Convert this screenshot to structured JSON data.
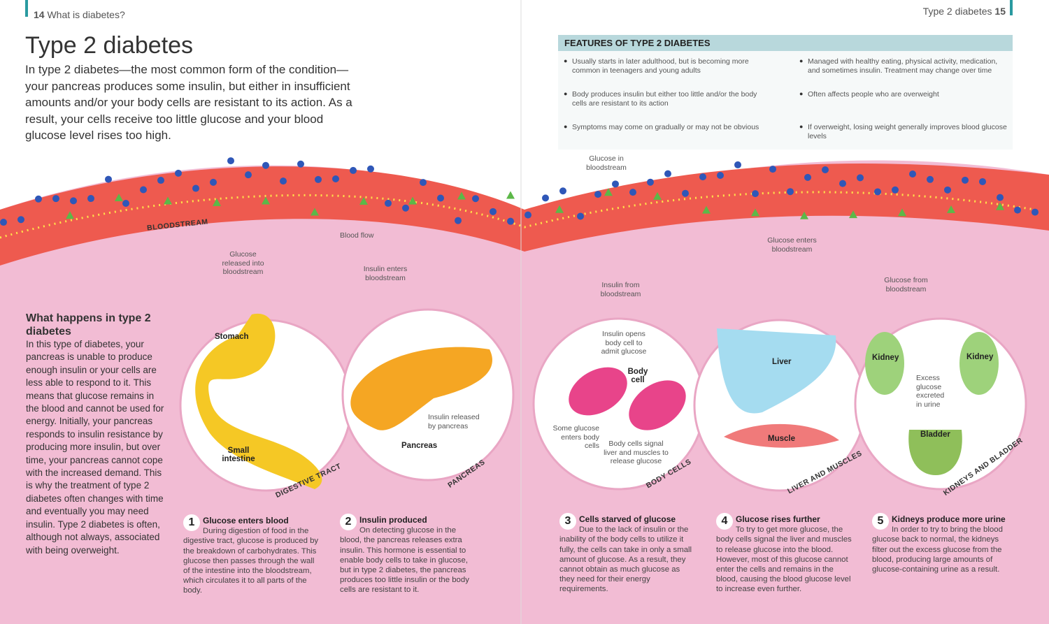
{
  "left_page": {
    "page_number": "14",
    "running_head": "What is diabetes?",
    "title": "Type 2 diabetes",
    "intro": "In type 2 diabetes—the most common form of the condition—your pancreas produces some insulin, but either in insufficient amounts and/or your body cells are resistant to its action. As a result, your cells receive too little glucose and your blood glucose level rises too high.",
    "sidebar": {
      "heading": "What happens in type 2 diabetes",
      "body": "In this type of diabetes, your pancreas is unable to produce enough insulin or your cells are less able to respond to it. This means that glucose remains in the blood and cannot be used for energy. Initially, your pancreas responds to insulin resistance by producing more insulin, but over time, your pancreas cannot cope with the increased demand. This is why the treatment of type 2 diabetes often changes with time and eventually you may need insulin. Type 2 diabetes is often, although not always, associated with being overweight."
    }
  },
  "right_page": {
    "page_number": "15",
    "running_head": "Type 2 diabetes",
    "features": {
      "heading": "FEATURES OF TYPE 2 DIABETES",
      "items": [
        "Usually starts in later adulthood, but is becoming more common in teenagers and young adults",
        "Managed with healthy eating, physical activity, medication, and sometimes insulin. Treatment may change over time",
        "Body produces insulin but either too little and/or the body cells are resistant to its action",
        "Often affects people who are overweight",
        "Symptoms may come on gradually or may not be obvious",
        "If overweight, losing weight generally improves blood glucose levels"
      ]
    }
  },
  "diagram": {
    "labels": {
      "bloodstream": "BLOODSTREAM",
      "glucose_released": "Glucose released into bloodstream",
      "blood_flow": "Blood flow",
      "insulin_enters": "Insulin enters bloodstream",
      "insulin_released": "Insulin released by pancreas",
      "glucose_in_blood": "Glucose in bloodstream",
      "insulin_from": "Insulin from bloodstream",
      "insulin_opens": "Insulin opens body cell to admit glucose",
      "body_cell": "Body cell",
      "some_glucose": "Some glucose enters body cells",
      "cells_signal": "Body cells signal liver and muscles to release glucose",
      "glucose_enters": "Glucose enters bloodstream",
      "glucose_from": "Glucose from bloodstream",
      "excess_glucose": "Excess glucose excreted in urine"
    },
    "organs": {
      "stomach": "Stomach",
      "small_intestine": "Small intestine",
      "pancreas": "Pancreas",
      "liver": "Liver",
      "muscle": "Muscle",
      "kidney_left": "Kidney",
      "kidney_right": "Kidney",
      "bladder": "Bladder"
    },
    "circle_titles": [
      "DIGESTIVE TRACT",
      "PANCREAS",
      "BODY CELLS",
      "LIVER AND MUSCLES",
      "KIDNEYS AND BLADDER"
    ],
    "colors": {
      "blood": "#ee5a4f",
      "pink": "#f2bcd4",
      "glucose": "#2f57b8",
      "insulin": "#5cb848"
    }
  },
  "steps": [
    {
      "number": "1",
      "title": "Glucose enters blood",
      "body": "During digestion of food in the digestive tract, glucose is produced by the breakdown of carbohydrates. This glucose then passes through the wall of the intestine into the bloodstream, which circulates it to all parts of the body."
    },
    {
      "number": "2",
      "title": "Insulin produced",
      "body": "On detecting glucose in the blood, the pancreas releases extra insulin. This hormone is essential to enable body cells to take in glucose, but in type 2 diabetes, the pancreas produces too little insulin or the body cells are resistant to it."
    },
    {
      "number": "3",
      "title": "Cells starved of glucose",
      "body": "Due to the lack of insulin or the inability of the body cells to utilize it fully, the cells can take in only a small amount of glucose. As a result, they cannot obtain as much glucose as they need for their energy requirements."
    },
    {
      "number": "4",
      "title": "Glucose rises further",
      "body": "To try to get more glucose, the body cells signal the liver and muscles to release glucose into the blood. However, most of this glucose cannot enter the cells and remains in the blood, causing the blood glucose level to increase even further."
    },
    {
      "number": "5",
      "title": "Kidneys produce more urine",
      "body": "In order to try to bring the blood glucose back to normal, the kidneys filter out the excess glucose from the blood, producing large amounts of glucose-containing urine as a result."
    }
  ]
}
